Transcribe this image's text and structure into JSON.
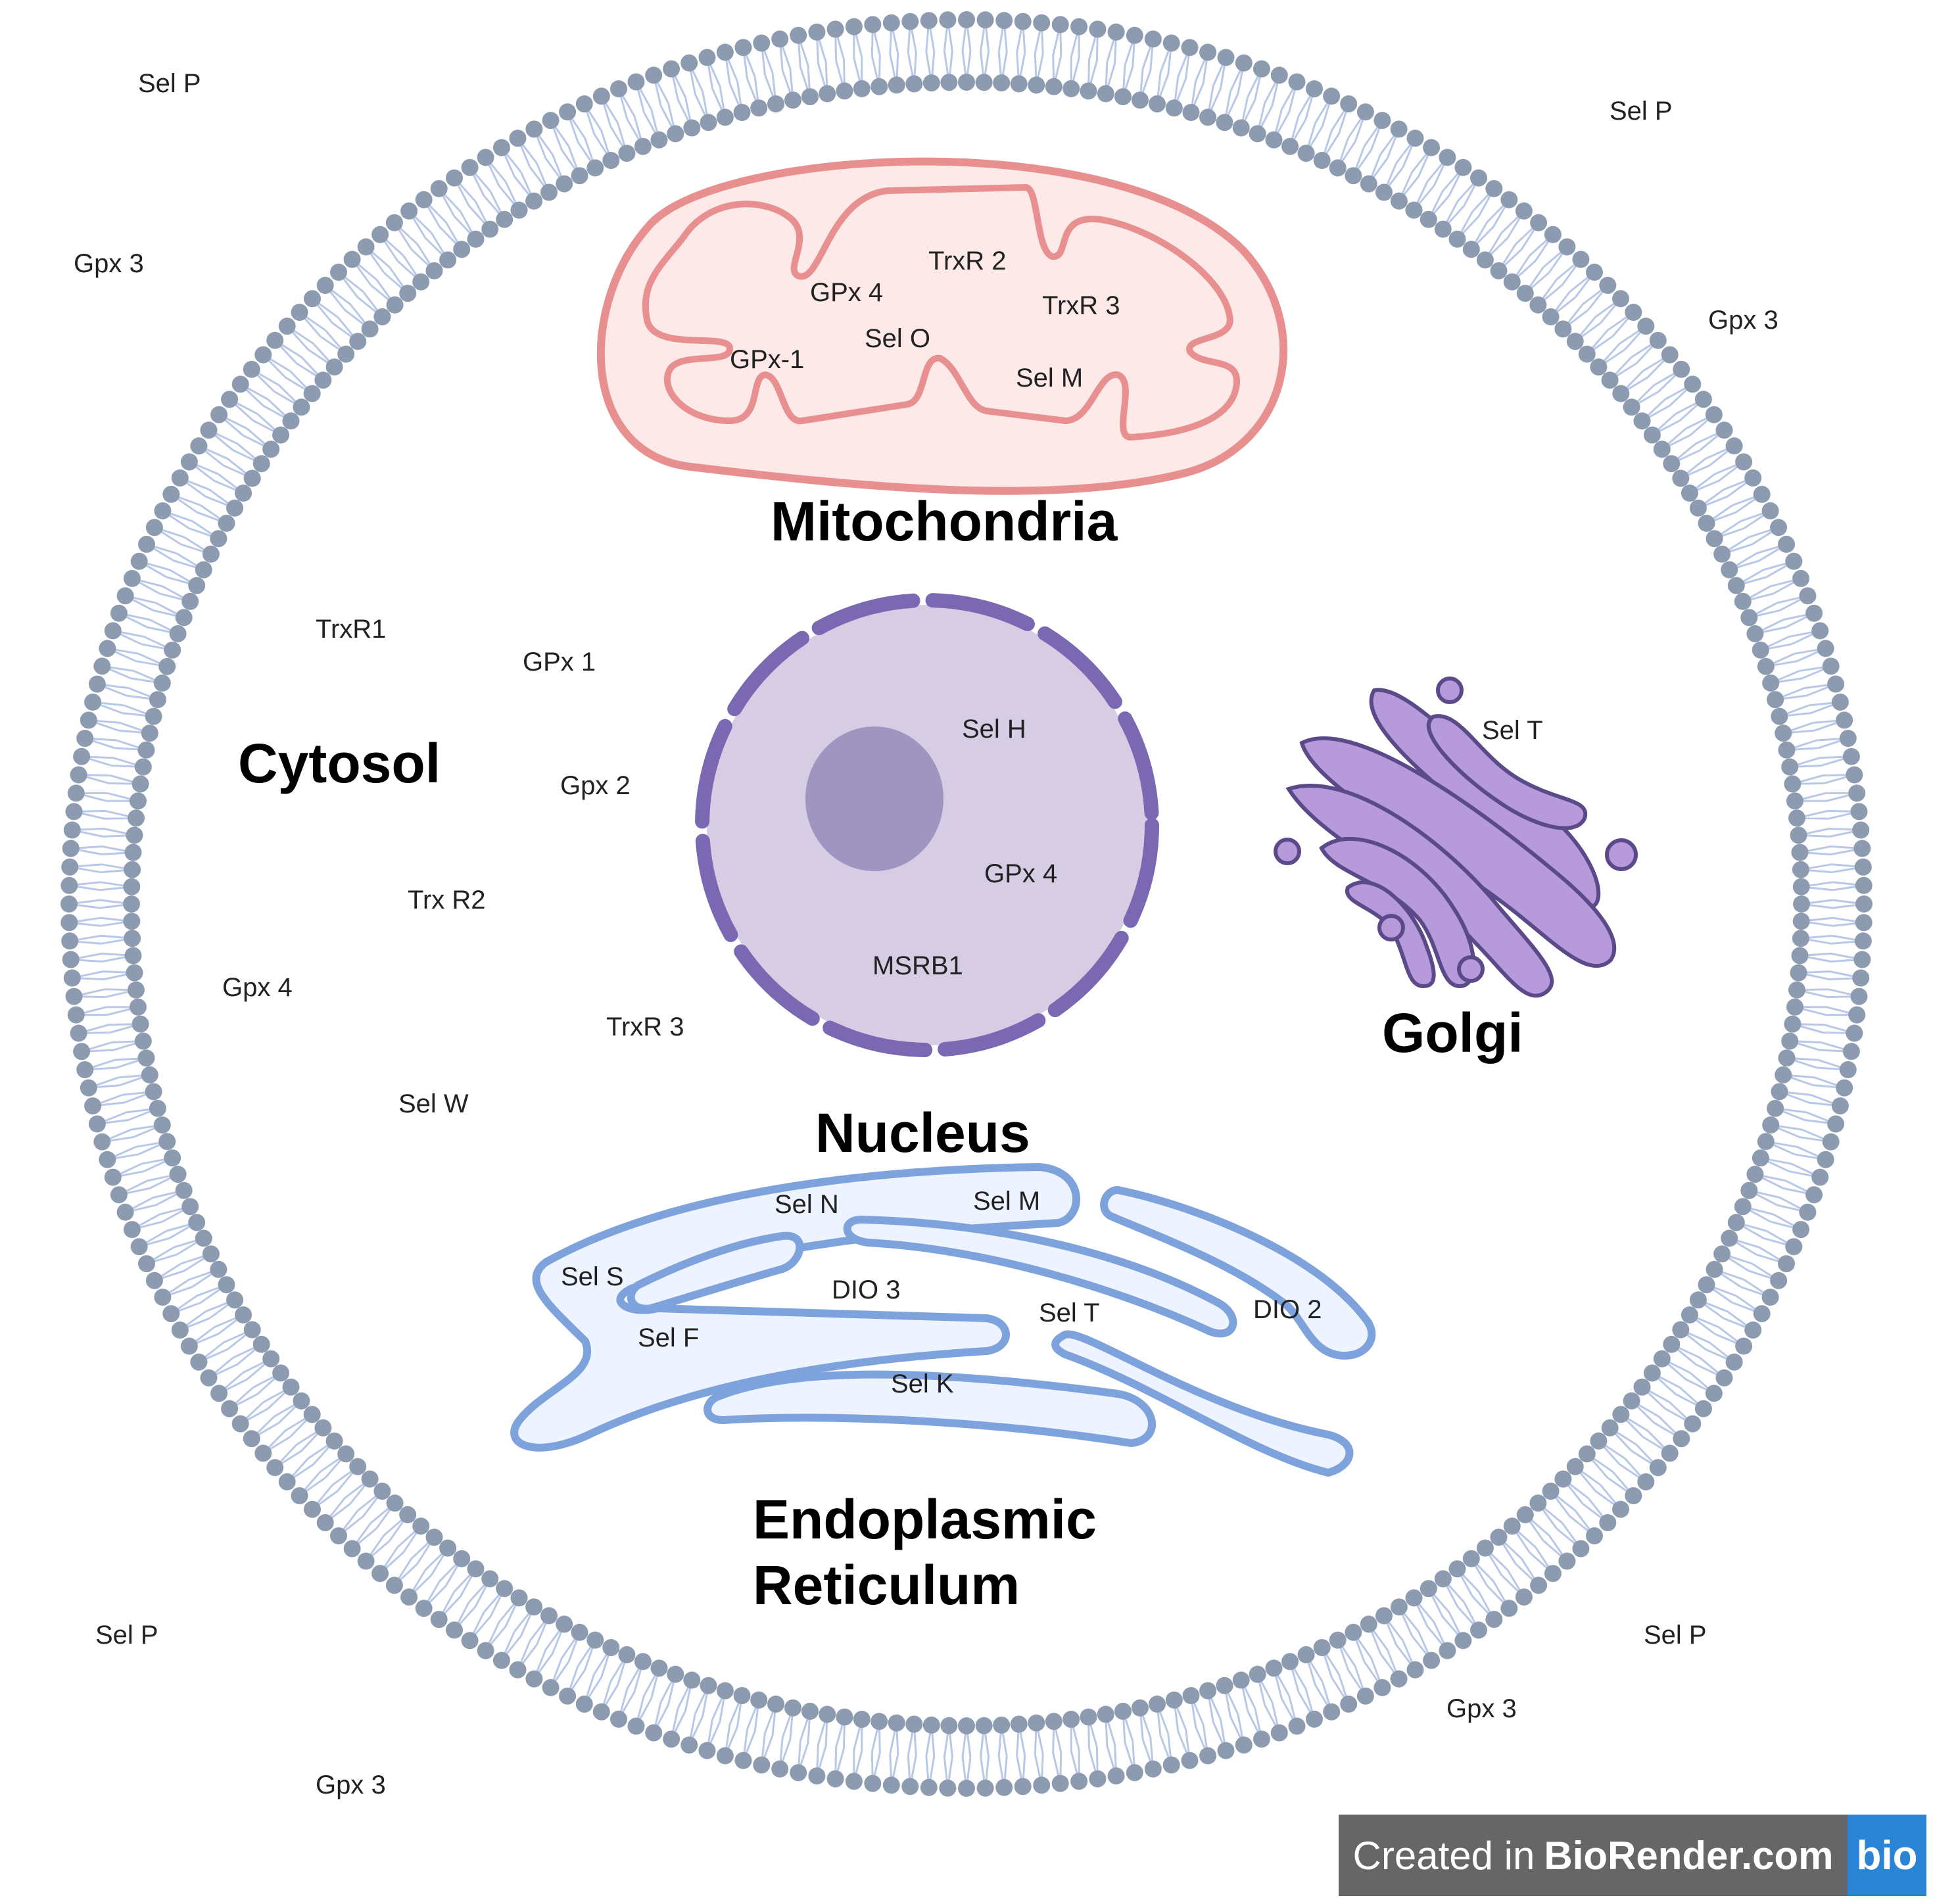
{
  "colors": {
    "membrane_head": "#8d9bb0",
    "membrane_tail": "#b9c8e6",
    "mito_stroke": "#e88f8f",
    "mito_fill": "#fde9e8",
    "nucleus_fill": "#d6cce3",
    "nucleus_envelope": "#7b68b3",
    "nucleolus": "#9f95c1",
    "golgi_fill": "#b79ad9",
    "golgi_stroke": "#5b4a8a",
    "er_stroke": "#7ea3dc",
    "er_fill": "#eef4ff",
    "badge_bg": "#666666",
    "badge_logo_bg": "#2a84d6"
  },
  "titles": {
    "mitochondria": "Mitochondria",
    "cytosol": "Cytosol",
    "nucleus": "Nucleus",
    "golgi": "Golgi",
    "er_line1": "Endoplasmic",
    "er_line2": "Reticulum"
  },
  "extracellular": {
    "sel_p_tl": "Sel P",
    "sel_p_tr": "Sel P",
    "gpx3_tl": "Gpx 3",
    "gpx3_tr": "Gpx 3",
    "sel_p_bl": "Sel P",
    "sel_p_br": "Sel P",
    "gpx3_bl": "Gpx 3",
    "gpx3_br": "Gpx 3"
  },
  "mitochondria": {
    "trxr2": "TrxR 2",
    "gpx4": "GPx 4",
    "trxr3": "TrxR 3",
    "sel_o": "Sel O",
    "gpx1": "GPx-1",
    "sel_m": "Sel M"
  },
  "cytosol": {
    "trxr1": "TrxR1",
    "gpx1": "GPx 1",
    "gpx2": "Gpx 2",
    "trx_r2": "Trx R2",
    "gpx4": "Gpx 4",
    "trxr3": "TrxR 3",
    "sel_w": "Sel W"
  },
  "nucleus": {
    "sel_h": "Sel H",
    "gpx4": "GPx 4",
    "msrb1": "MSRB1"
  },
  "golgi": {
    "sel_t": "Sel T"
  },
  "er": {
    "sel_n": "Sel N",
    "sel_m": "Sel M",
    "sel_s": "Sel S",
    "dio3": "DIO 3",
    "sel_t": "Sel T",
    "dio2": "DIO 2",
    "sel_f": "Sel F",
    "sel_k": "Sel K"
  },
  "badge": {
    "prefix": "Created in",
    "brand": "BioRender.com",
    "logo": "bio"
  }
}
